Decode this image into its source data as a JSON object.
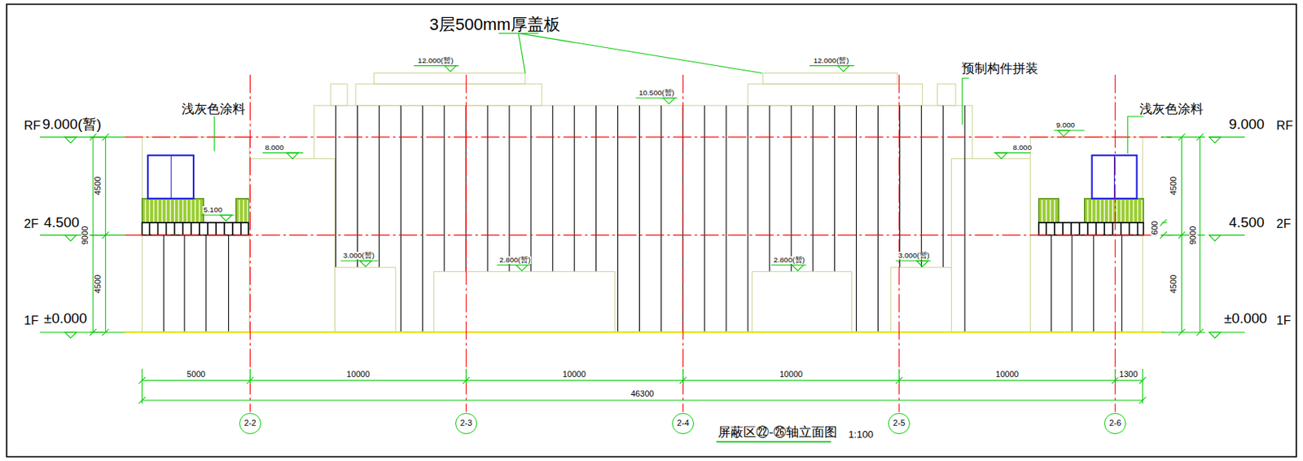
{
  "diagram": {
    "title": "屏蔽区㉒-㉖轴立面图",
    "nodes": [
      {
        "text": [
          "2-2"
        ]
      },
      {
        "text": [
          "2-3"
        ]
      },
      {
        "text": [
          "2-4"
        ]
      },
      {
        "text": [
          "2-5"
        ]
      },
      {
        "text": [
          "2-6"
        ]
      }
    ],
    "labels": [
      "3层500mm厚盖板",
      "12.000(暂)",
      "12.000(暂)",
      "预制构件拼装",
      "10.500(暂)",
      "浅灰色涂料",
      "浅灰色涂料",
      "RF",
      "9.000(暂)",
      "9.000",
      "RF",
      "9.000",
      "8.000",
      "8.000",
      "5.100",
      "2F",
      "4.500",
      "4.500",
      "2F",
      "3.000(暂)",
      "2.800(暂)",
      "2.800(暂)",
      "3.000(暂)",
      "1F",
      "±0.000",
      "±0.000",
      "1F",
      "4500",
      "9000",
      "4500",
      "4500",
      "9000",
      "4500",
      "600",
      "5000",
      "10000",
      "10000",
      "10000",
      "10000",
      "1300",
      "46300",
      "1:100"
    ]
  }
}
